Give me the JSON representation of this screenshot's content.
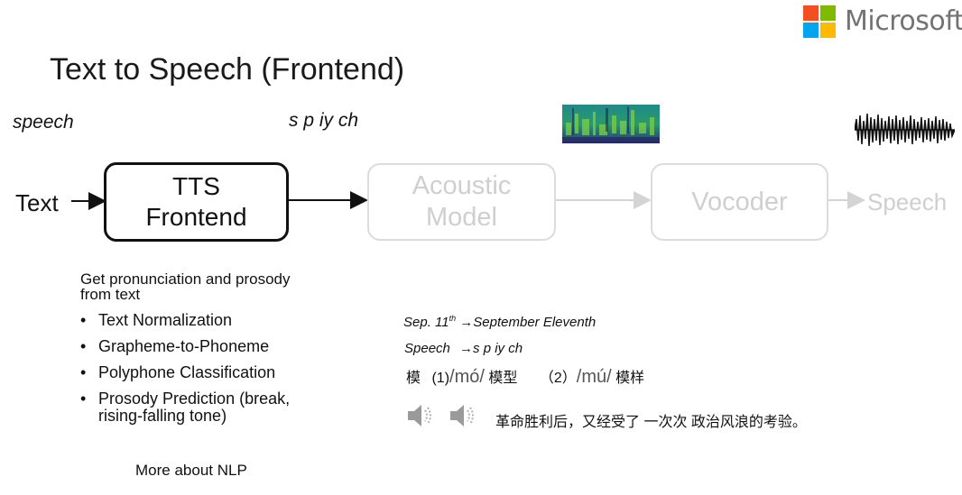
{
  "slide": {
    "title": "Text to Speech (Frontend)"
  },
  "logo": {
    "text": "Microsoft",
    "colors": [
      "#f25022",
      "#7fba00",
      "#00a4ef",
      "#ffb900"
    ]
  },
  "top_labels": {
    "speech_word": "speech",
    "phonemes": "s p iy ch"
  },
  "pipeline": {
    "input": "Text",
    "frontend_line1": "TTS",
    "frontend_line2": "Frontend",
    "acoustic_line1": "Acoustic",
    "acoustic_line2": "Model",
    "vocoder": "Vocoder",
    "output": "Speech"
  },
  "frontend_info": {
    "heading": "Get pronunciation and prosody from text",
    "bullets": [
      "Text Normalization",
      "Grapheme-to-Phoneme",
      "Polyphone Classification",
      "Prosody Prediction (break, rising-falling tone)"
    ]
  },
  "examples": {
    "normalization_src": "Sep. 11",
    "normalization_sup": "th",
    "normalization_dst": "September Eleventh",
    "g2p_src": "Speech",
    "g2p_dst": "s p iy ch",
    "poly_char": "模",
    "poly_1_num": "(1)",
    "poly_1_pinyin": "/mó/",
    "poly_1_word": "模型",
    "poly_2_num": "（2）",
    "poly_2_pinyin": "/mú/",
    "poly_2_word": "模样",
    "prosody_sentence": "革命胜利后，又经受了 一次次 政治风浪的考验。"
  },
  "footer": {
    "more": "More about NLP"
  },
  "icons": {
    "speaker": "speaker-icon",
    "spectrogram": "spectrogram-image",
    "waveform": "waveform-image",
    "arrow": "arrow-right-icon"
  }
}
